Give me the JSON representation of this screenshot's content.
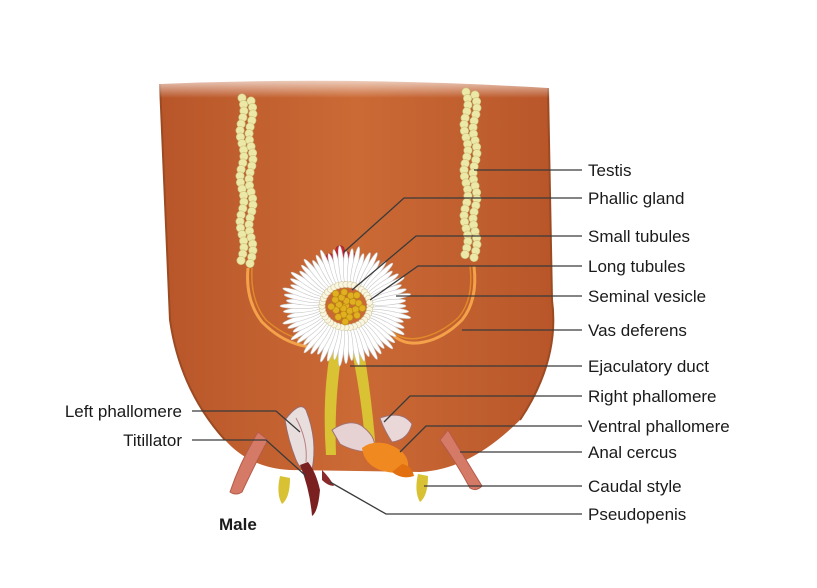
{
  "diagram": {
    "caption": "Male",
    "labels_right": [
      "Testis",
      "Phallic gland",
      "Small tubules",
      "Long tubules",
      "Seminal vesicle",
      "Vas deferens",
      "Ejaculatory duct",
      "Right phallomere",
      "Ventral phallomere",
      "Anal cercus",
      "Caudal style",
      "Pseudopenis"
    ],
    "labels_left": [
      "Left phallomere",
      "Titillator"
    ]
  },
  "colors": {
    "abdomen": "#c4622f",
    "abdomen_shade": "#a94f24",
    "testis_lobules": "#ece8a8",
    "vas_deferens": "#f09a3a",
    "seminal_vesicle_center": "#e0b020",
    "phallic_gland": "#c8283a",
    "ejaculatory_duct": "#d8c030",
    "cercus": "#d47864"
  }
}
